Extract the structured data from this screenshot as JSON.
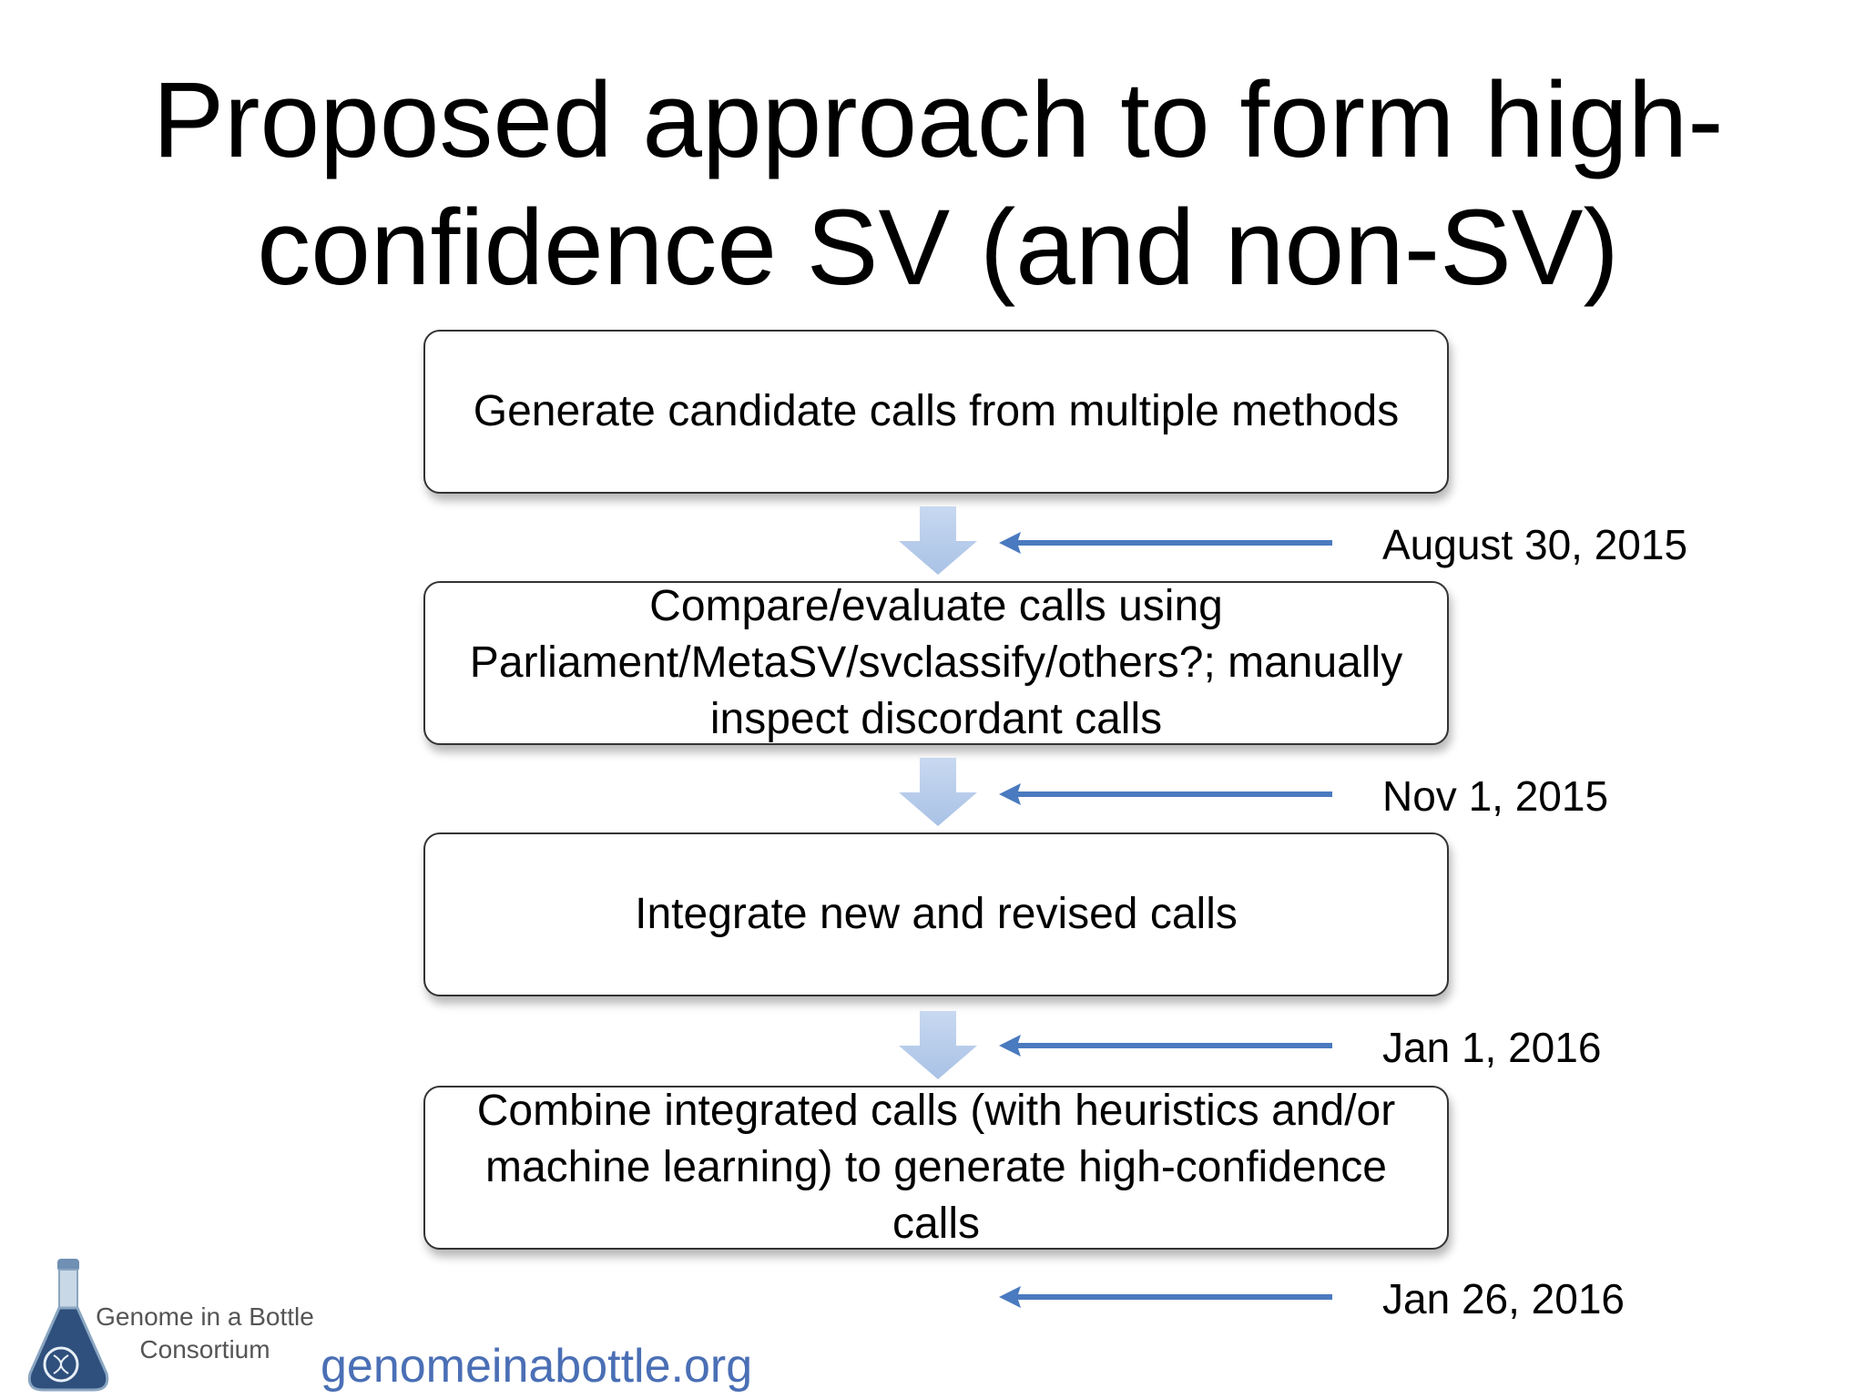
{
  "title": "Proposed approach to form high-confidence SV (and non-SV) calls",
  "steps": [
    {
      "text": "Generate candidate calls from multiple methods"
    },
    {
      "text": "Compare/evaluate calls using Parliament/MetaSV/svclassify/others?; manually inspect discordant calls"
    },
    {
      "text": "Integrate new and revised calls"
    },
    {
      "text": "Combine integrated calls (with heuristics and/or machine learning) to generate high-confidence calls"
    }
  ],
  "dates": [
    "August 30, 2015",
    "Nov 1, 2015",
    "Jan 1, 2016",
    "Jan 26, 2016"
  ],
  "logo": {
    "line1": "Genome in a Bottle",
    "line2": "Consortium"
  },
  "website": "genomeinabottle.org",
  "colors": {
    "arrow_blue": "#4a7abf",
    "down_arrow": "#b9cdea",
    "link": "#4a6fb5"
  }
}
